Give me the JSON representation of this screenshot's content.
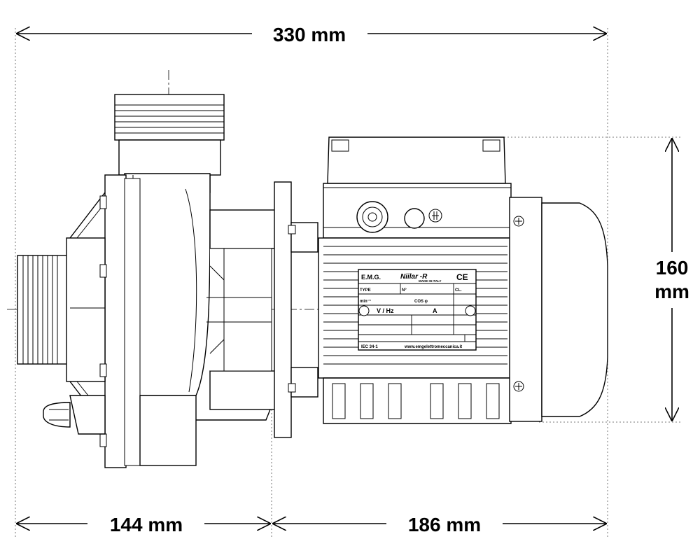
{
  "dimensions": {
    "total_length": "330 mm",
    "pump_section": "144 mm",
    "motor_section": "186 mm",
    "height_value": "160",
    "height_unit": "mm"
  },
  "nameplate": {
    "brand": "E.M.G.",
    "model": "Niilar -R",
    "made_in": "MADE IN ITALY",
    "mark": "CE",
    "type": "TYPE",
    "number": "N°",
    "cl": "CL.",
    "rpm": "min⁻¹",
    "cos": "COS φ",
    "volt_hz": "V / Hz",
    "amp": "A",
    "standard": "IEC 34-1",
    "website": "www.emgelettromeccanica.it"
  }
}
